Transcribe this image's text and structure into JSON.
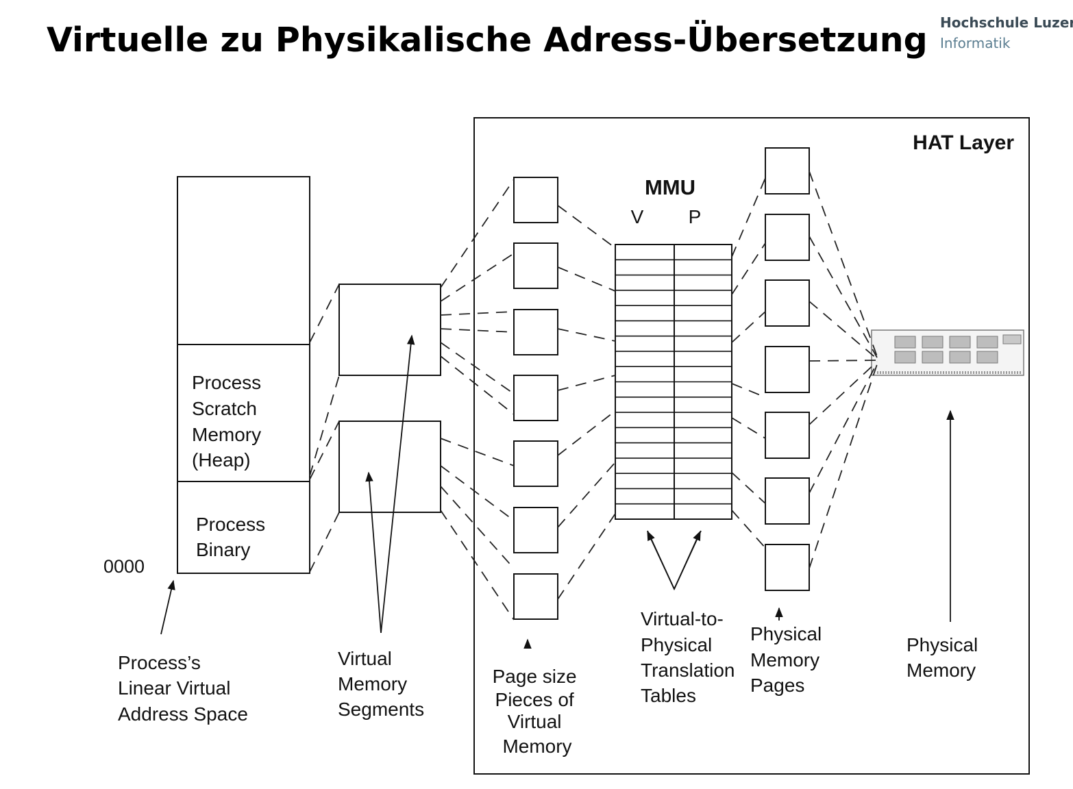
{
  "slide": {
    "title": "Virtuelle zu Physikalische Adress-Übersetzung",
    "institution": {
      "line1": "Hochschule Luzer",
      "line2": "Informatik"
    }
  },
  "diagram": {
    "hat_layer_label": "HAT Layer",
    "mmu": {
      "title": "MMU",
      "col_v": "V",
      "col_p": "P"
    },
    "address_space": {
      "segments": [
        {
          "lines": []
        },
        {
          "lines": [
            "Process",
            "Scratch",
            "Memory",
            "(Heap)"
          ]
        },
        {
          "lines": [
            "Process",
            "Binary"
          ]
        }
      ],
      "origin_label": "0000"
    },
    "captions": {
      "linear_space": [
        "Process’s",
        "Linear Virtual",
        "Address Space"
      ],
      "segments": [
        "Virtual",
        "Memory",
        "Segments"
      ],
      "pages": [
        "Page size",
        "Pieces of",
        "Virtual",
        "Memory"
      ],
      "tables": [
        "Virtual-to-",
        "Physical",
        "Translation",
        "Tables"
      ],
      "phys_pages": [
        "Physical",
        "Memory",
        "Pages"
      ],
      "phys_memory": [
        "Physical",
        "Memory"
      ]
    }
  }
}
